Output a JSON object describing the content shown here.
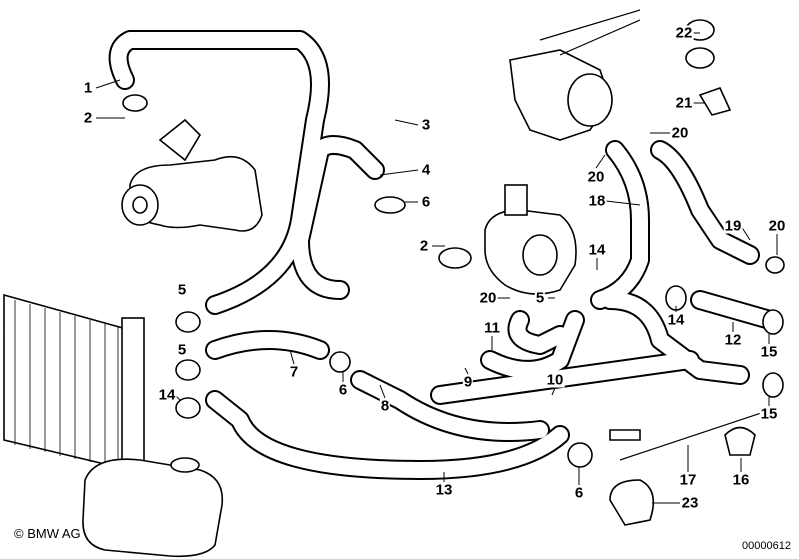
{
  "diagram": {
    "callouts": [
      "1",
      "2",
      "3",
      "4",
      "6",
      "22",
      "21",
      "20",
      "20",
      "18",
      "19",
      "20",
      "2",
      "14",
      "5",
      "5",
      "20",
      "5",
      "11",
      "12",
      "14",
      "15",
      "7",
      "6",
      "8",
      "9",
      "10",
      "15",
      "14",
      "13",
      "6",
      "17",
      "16",
      "23"
    ],
    "copyright": "© BMW AG",
    "drawing_number": "00000612"
  }
}
